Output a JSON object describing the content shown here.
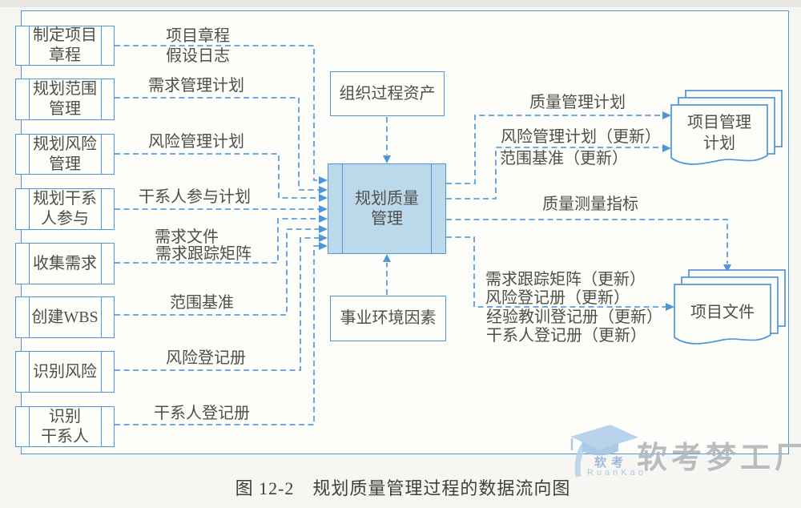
{
  "colors": {
    "line_blue": "#4f95d7",
    "dash_blue": "#5b9dd9",
    "box_fill_blue": "#bcd9ec",
    "text_gray": "#4f4e4b",
    "watermark_gray": "#aeb2b5",
    "watermark_blue": "#a9c9e6"
  },
  "left_processes": [
    {
      "label": "制定项目\n章程"
    },
    {
      "label": "规划范围\n管理"
    },
    {
      "label": "规划风险\n管理"
    },
    {
      "label": "规划干系\n人参与"
    },
    {
      "label": "收集需求"
    },
    {
      "label": "创建WBS"
    },
    {
      "label": "识别风险"
    },
    {
      "label": "识别\n干系人"
    }
  ],
  "flow_labels_left": [
    "项目章程",
    "假设日志",
    "需求管理计划",
    "风险管理计划",
    "干系人参与计划",
    "需求文件",
    "需求跟踪矩阵",
    "范围基准",
    "风险登记册",
    "干系人登记册"
  ],
  "center_process": "规划质量\n管理",
  "env_inputs": {
    "top": "组织过程资产",
    "bottom": "事业环境因素"
  },
  "flow_labels_right": [
    "质量管理计划",
    "风险管理计划（更新）",
    "范围基准（更新）",
    "质量测量指标",
    "需求跟踪矩阵（更新）",
    "风险登记册（更新）",
    "经验教训登记册（更新）",
    "干系人登记册（更新）"
  ],
  "output_docs": [
    {
      "label": "项目管理\n计划"
    },
    {
      "label": "项目文件"
    }
  ],
  "caption": "图 12-2　规划质量管理过程的数据流向图",
  "watermark": {
    "brand": "软考梦工厂",
    "logo_cn": "软考",
    "logo_en": "RuanKao"
  }
}
